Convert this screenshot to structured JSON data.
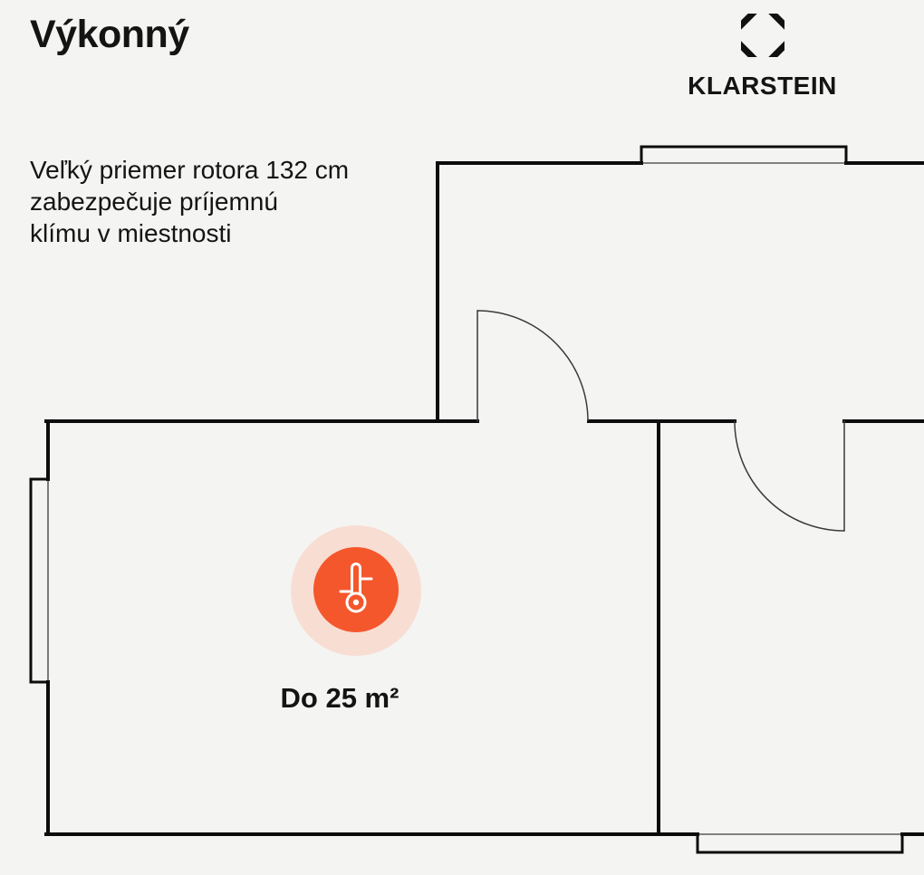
{
  "page": {
    "background_color": "#f4f4f2",
    "text_color": "#141414"
  },
  "header": {
    "title": "Výkonný"
  },
  "description": {
    "line1": "Veľký priemer rotora 132 cm",
    "line2": "zabezpečuje príjemnú",
    "line3": "klímu v miestnosti"
  },
  "brand": {
    "name": "KLARSTEIN",
    "logo_icon": "klarstein-diamond-icon",
    "logo_color": "#111111"
  },
  "floorplan": {
    "wall_color": "#0c0c0c",
    "thin_line_color": "#3a3a3a",
    "area_label": "Do 25 m²",
    "marker": {
      "icon": "thermometer-icon",
      "circle_color": "#f4572b",
      "halo_color": "#f8ddd3",
      "icon_color": "#ffffff"
    }
  }
}
